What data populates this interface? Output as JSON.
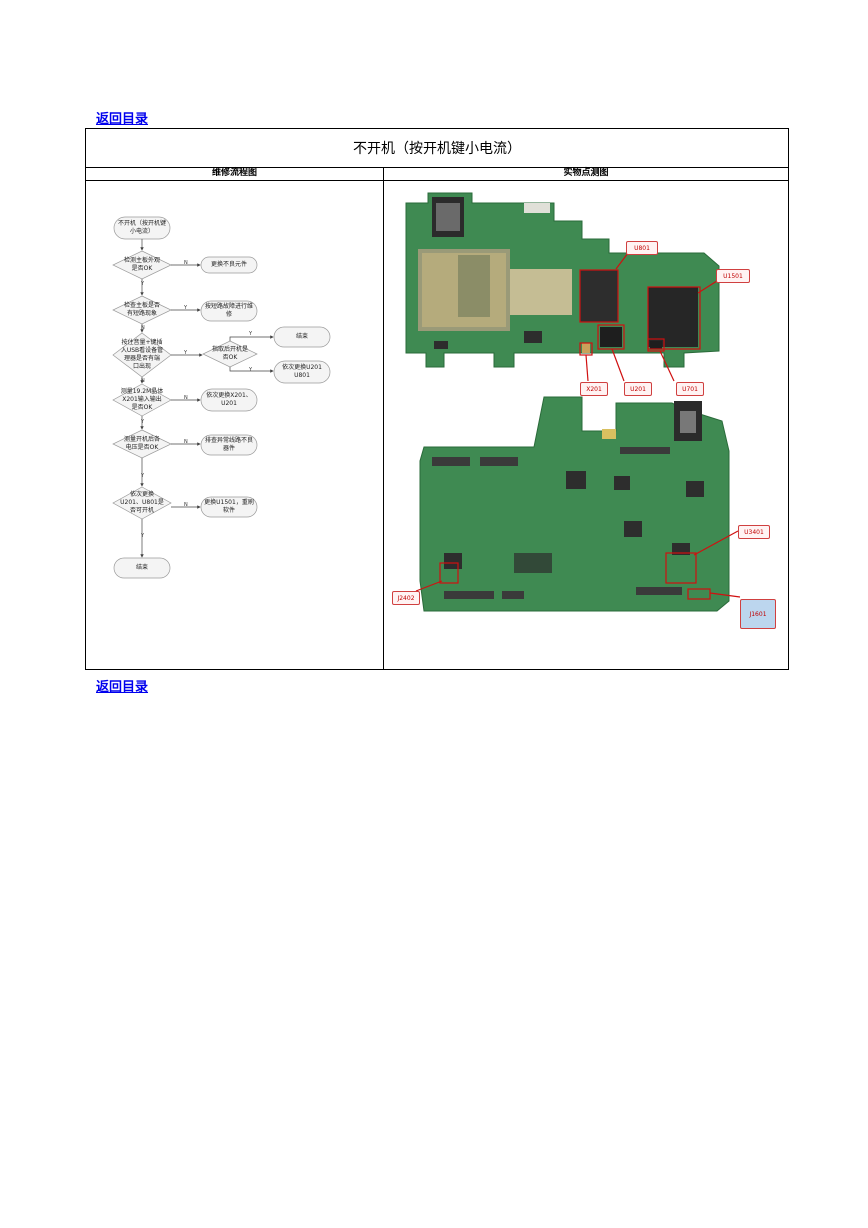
{
  "nav": {
    "back_top": "返回目录",
    "back_bottom": "返回目录"
  },
  "table": {
    "title": "不开机（按开机键小电流）",
    "col_left": "维修流程图",
    "col_right": "实物点测图"
  },
  "flow": {
    "start": "不开机（按开机键\n小电流）",
    "d1": "检测主板外观\n是否OK",
    "a1": "更换不良元件",
    "d2": "检查主板是否\n有短路现象",
    "a2": "按短路故障进行维\n修",
    "d3": "按住音量+键插\n入USB看设备管\n理器是否有端\n口出现",
    "d3b": "指取后开机是\n否OK",
    "end1": "结束",
    "a3b": "依次更换U201\nU801",
    "d4": "测量19.2M晶体\nX201输入输出\n是否OK",
    "a4": "依次更换X201、\nU201",
    "d5": "测量开机后各\n电压是否OK",
    "a5": "排查异常线路不良\n器件",
    "d6": "依次更换\nU201、U801是\n否可开机",
    "a6": "更换U1501，重刷\n软件",
    "end2": "结束",
    "y": "Y",
    "n": "N"
  },
  "labels": {
    "u801": "U801",
    "u1501": "U1501",
    "x201": "X201",
    "u201": "U201",
    "u701": "U701",
    "u3401": "U3401",
    "j2402": "J2402",
    "j1601": "J1601"
  },
  "colors": {
    "link": "#0000ee",
    "board": "#3f8a52",
    "marker": "#d01010"
  }
}
